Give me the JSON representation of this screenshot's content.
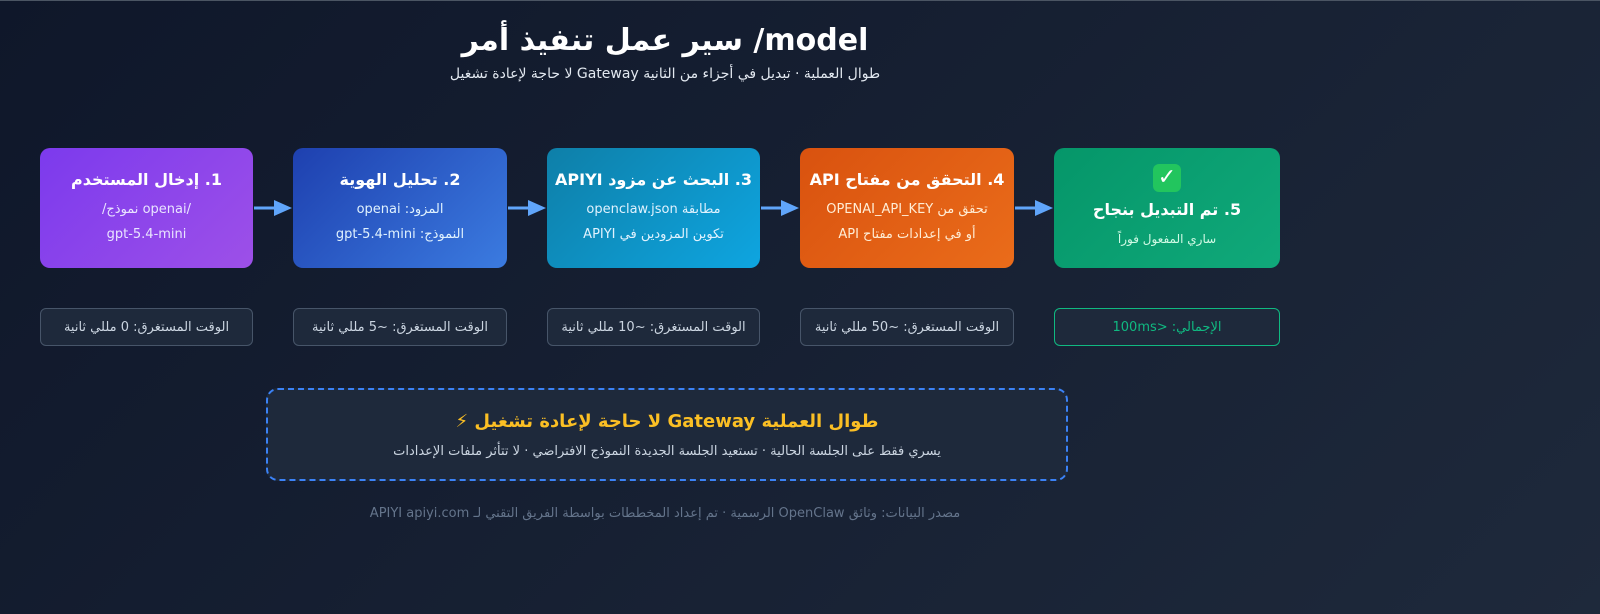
{
  "header": {
    "title": "model/ سير عمل تنفيذ أمر",
    "subtitle": "طوال العملية · تبديل في أجزاء من الثانية Gateway لا حاجة لإعادة تشغيل"
  },
  "steps": [
    {
      "title": "1. إدخال المستخدم",
      "lines": [
        "/openai نموذج/",
        "gpt-5.4-mini"
      ],
      "color_from": "#7c3aed",
      "color_to": "#9d50e8",
      "timing": "الوقت المستغرق: 0 مللي ثانية"
    },
    {
      "title": "2. تحليل الهوية",
      "lines": [
        "المزود: openai",
        "النموذج: gpt-5.4-mini"
      ],
      "color_from": "#1e40af",
      "color_to": "#3b7be0",
      "timing": "الوقت المستغرق: ~5 مللي ثانية"
    },
    {
      "title": "3. البحث عن مزود APIYI",
      "lines": [
        "مطابقة openclaw.json",
        "تكوين المزودين في APIYI"
      ],
      "color_from": "#0e7fa8",
      "color_to": "#0ea5e0",
      "timing": "الوقت المستغرق: ~10 مللي ثانية"
    },
    {
      "title": "4. التحقق من مفتاح API",
      "lines": [
        "تحقق من OPENAI_API_KEY",
        "أو في إعدادات مفتاح API"
      ],
      "color_from": "#d9520f",
      "color_to": "#ea6c1a",
      "timing": "الوقت المستغرق: ~50 مللي ثانية"
    },
    {
      "icon": "check-mark-emoji",
      "icon_glyph": "✓",
      "title": "5. تم التبديل بنجاح",
      "lines": [
        "ساري المفعول فوراً"
      ],
      "color_from": "#059669",
      "color_to": "#10a97a",
      "timing": "الإجمالي: <100ms"
    }
  ],
  "arrows": {
    "color": "#60a5fa"
  },
  "notice": {
    "title": "طوال العملية Gateway لا حاجة لإعادة تشغيل ⚡",
    "subtitle": "يسري فقط على الجلسة الحالية · تستعيد الجلسة الجديدة النموذج الافتراضي · لا تتأثر ملفات الإعدادات",
    "border_color": "#3b82f6",
    "title_color": "#fbbf24"
  },
  "footer": {
    "text": "مصدر البيانات: وثائق OpenClaw الرسمية · تم إعداد المخططات بواسطة الفريق التقني لـ APIYI apiyi.com"
  },
  "colors": {
    "background_from": "#0f172a",
    "background_to": "#1e293b",
    "timing_border": "#475569",
    "total_accent": "#10b981"
  }
}
